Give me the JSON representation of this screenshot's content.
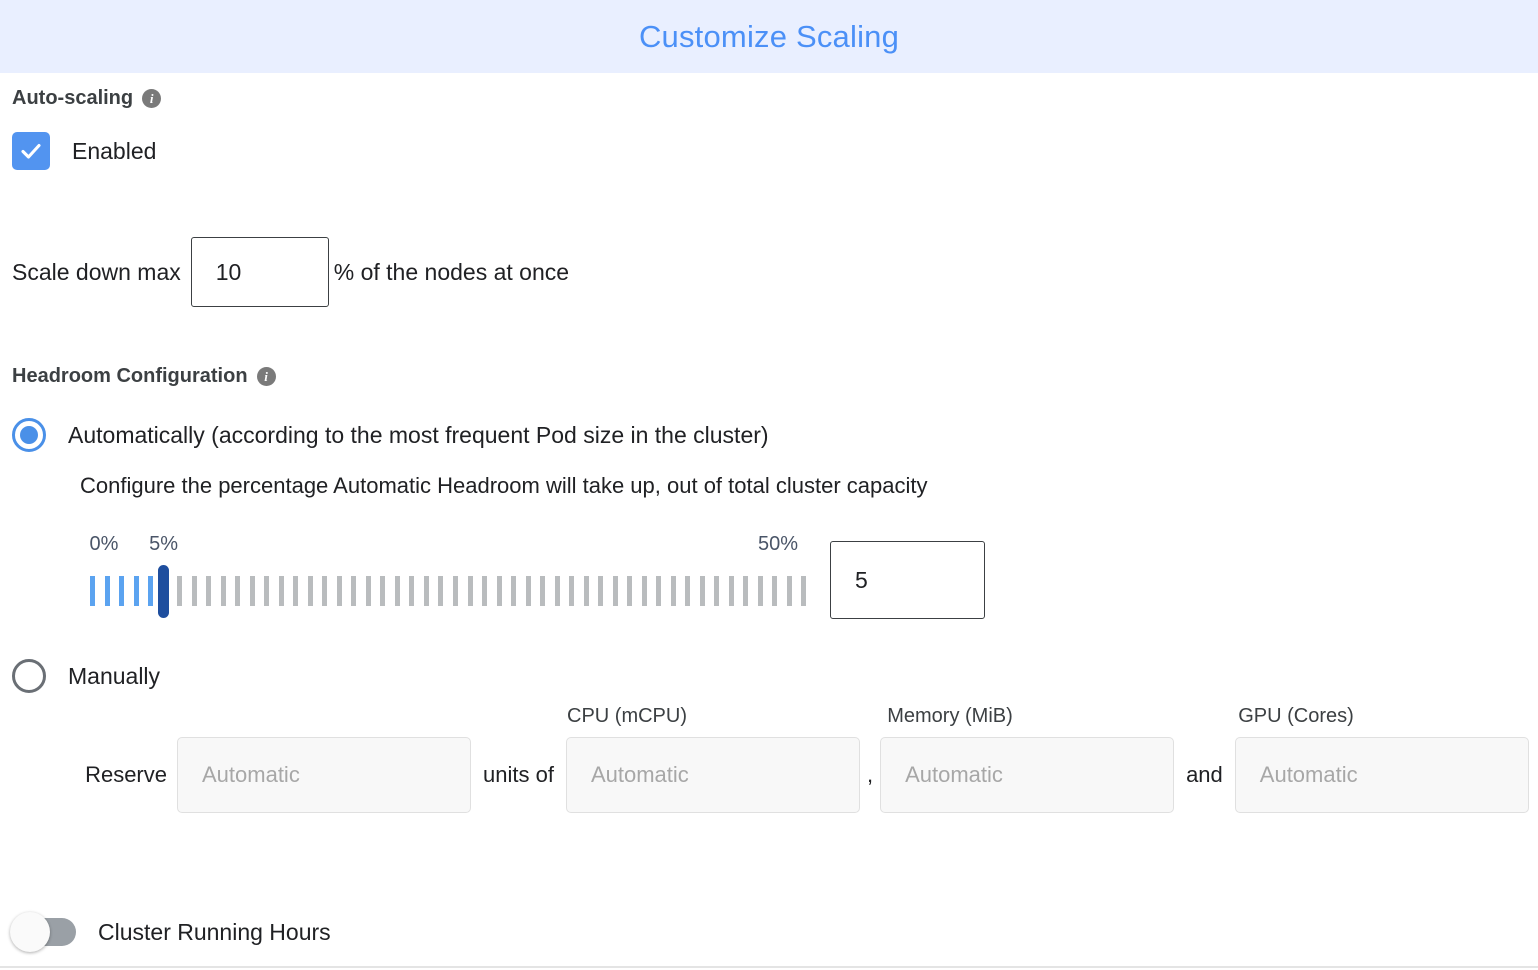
{
  "header": {
    "title": "Customize Scaling",
    "accent_color": "#4b90f7",
    "background_color": "#e9efff"
  },
  "autoscaling": {
    "section_label": "Auto-scaling",
    "info_icon_glyph": "i",
    "enabled_label": "Enabled",
    "enabled_checked": true,
    "checkbox_color": "#5294f0",
    "scale_down": {
      "prefix_label": "Scale down max",
      "value": "10",
      "suffix_label": "% of the nodes at once"
    }
  },
  "headroom": {
    "section_label": "Headroom Configuration",
    "info_icon_glyph": "i",
    "mode_selected": "automatic",
    "automatic": {
      "radio_label": "Automatically (according to the most frequent Pod size in the cluster)",
      "description": "Configure the percentage Automatic Headroom will take up, out of total cluster capacity",
      "slider": {
        "min_label": "0%",
        "current_label": "5%",
        "max_label": "50%",
        "min": 0,
        "max": 50,
        "value": 5,
        "tick_count": 50,
        "filled_color": "#5ba3f0",
        "empty_color": "#b9bcbe",
        "thumb_color": "#1e4e9e"
      },
      "value_input": "5"
    },
    "manual": {
      "radio_label": "Manually",
      "reserve_label": "Reserve",
      "units_of_label": "units of",
      "comma_label": ",",
      "and_label": "and",
      "fields": [
        {
          "header": "",
          "placeholder": "Automatic",
          "value": ""
        },
        {
          "header": "CPU (mCPU)",
          "placeholder": "Automatic",
          "value": ""
        },
        {
          "header": "Memory (MiB)",
          "placeholder": "Automatic",
          "value": ""
        },
        {
          "header": "GPU (Cores)",
          "placeholder": "Automatic",
          "value": ""
        }
      ]
    }
  },
  "cluster_running_hours": {
    "label": "Cluster Running Hours",
    "enabled": false,
    "track_color": "#9aa0a6"
  }
}
